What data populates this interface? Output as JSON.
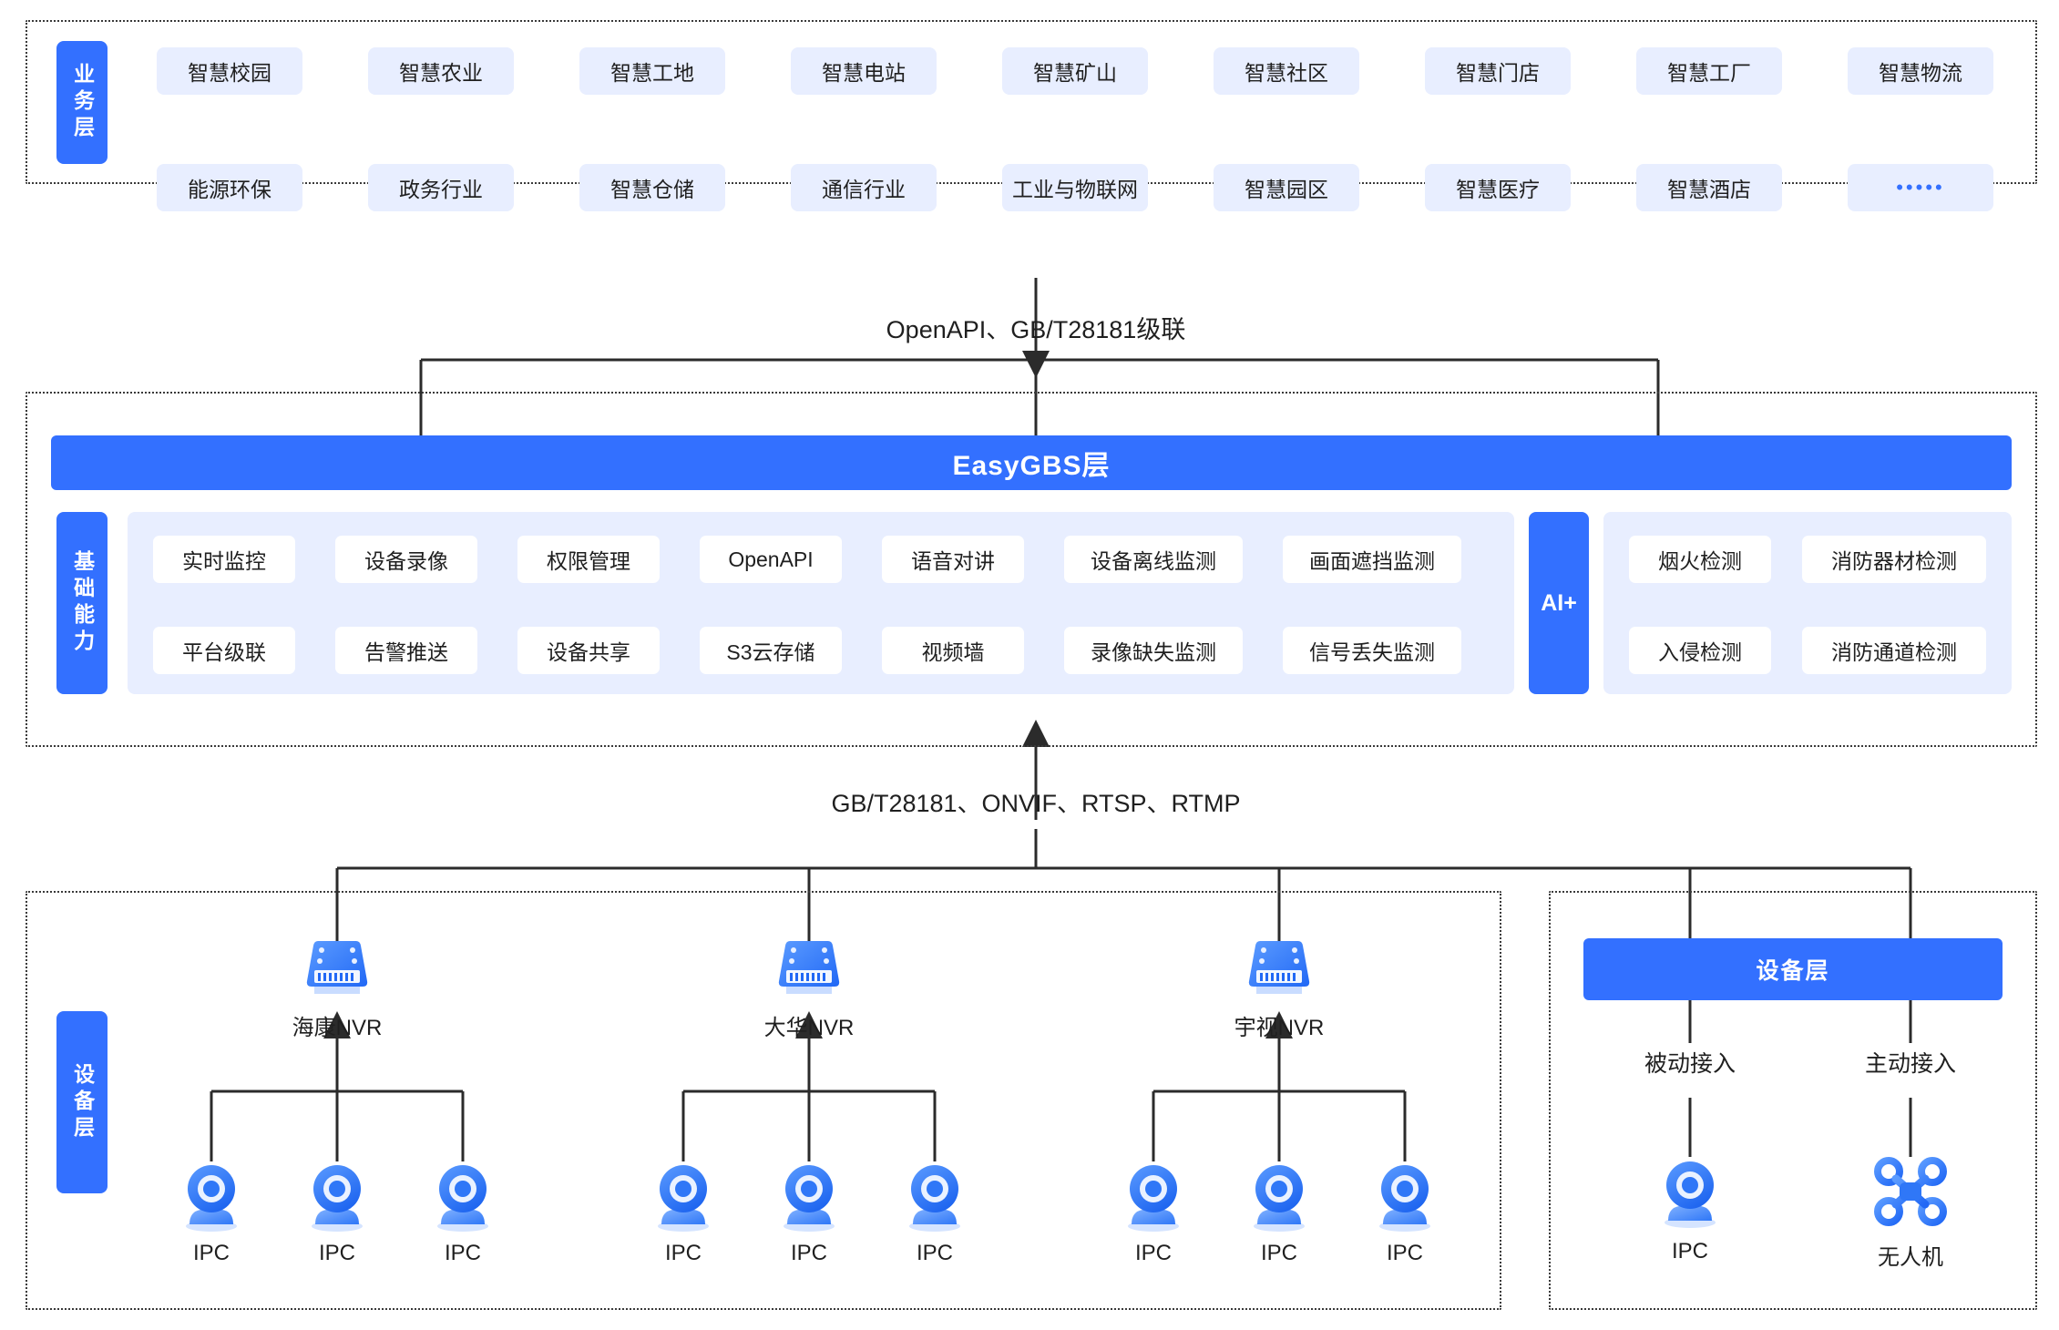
{
  "business_layer": {
    "side_label": "业务层",
    "row1": [
      "智慧校园",
      "智慧农业",
      "智慧工地",
      "智慧电站",
      "智慧矿山",
      "智慧社区",
      "智慧门店",
      "智慧工厂",
      "智慧物流"
    ],
    "row2": [
      "能源环保",
      "政务行业",
      "智慧仓储",
      "通信行业",
      "工业与物联网",
      "智慧园区",
      "智慧医疗",
      "智慧酒店",
      "•••••"
    ]
  },
  "connector_top": {
    "label": "OpenAPI、GB/T28181级联"
  },
  "platform_layer": {
    "gbs_title": "EasyGBS层",
    "side_label": "基础能力",
    "capabilities_row1": [
      "实时监控",
      "设备录像",
      "权限管理",
      "OpenAPI",
      "语音对讲",
      "设备离线监测",
      "画面遮挡监测"
    ],
    "capabilities_row2": [
      "平台级联",
      "告警推送",
      "设备共享",
      "S3云存储",
      "视频墙",
      "录像缺失监测",
      "信号丢失监测"
    ],
    "ai_badge": "AI+",
    "ai_row1": [
      "烟火检测",
      "消防器材检测"
    ],
    "ai_row2": [
      "入侵检测",
      "消防通道检测"
    ]
  },
  "connector_bottom": {
    "label": "GB/T28181、ONVIF、RTSP、RTMP"
  },
  "device_layer": {
    "side_label": "设备层",
    "nvr_groups": [
      {
        "nvr_label": "海康NVR",
        "cameras": [
          "IPC",
          "IPC",
          "IPC"
        ]
      },
      {
        "nvr_label": "大华NVR",
        "cameras": [
          "IPC",
          "IPC",
          "IPC"
        ]
      },
      {
        "nvr_label": "宇视NVR",
        "cameras": [
          "IPC",
          "IPC",
          "IPC"
        ]
      }
    ],
    "direct_panel": {
      "title": "设备层",
      "branches": [
        {
          "mode": "被动接入",
          "device": "IPC",
          "icon": "camera-icon"
        },
        {
          "mode": "主动接入",
          "device": "无人机",
          "icon": "drone-icon"
        }
      ]
    }
  },
  "colors": {
    "brand_blue": "#3370ff",
    "pill_bg": "#e8eeff",
    "chip_bg": "#ffffff",
    "line": "#2b2b2b"
  }
}
